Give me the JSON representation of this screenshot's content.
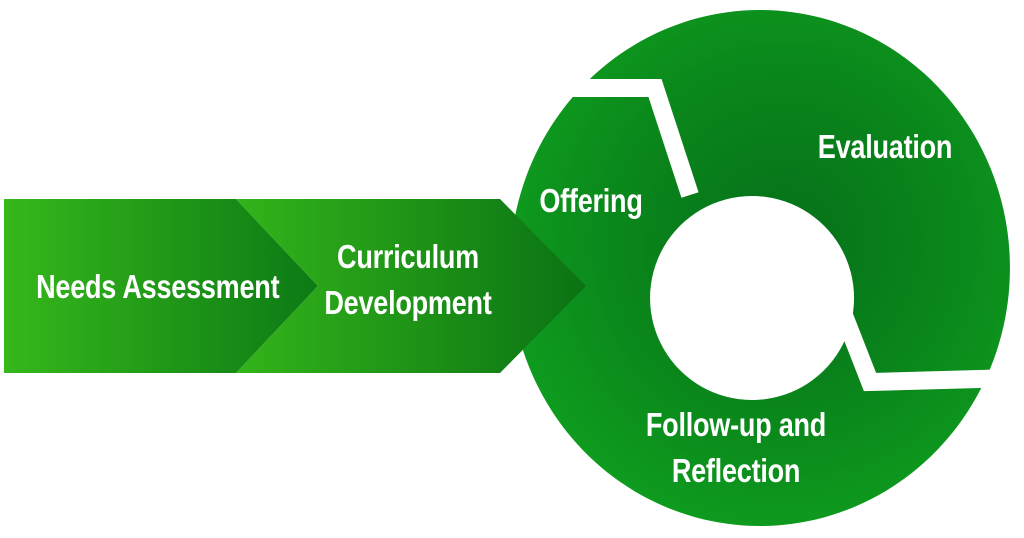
{
  "stages": {
    "needs_assessment": "Needs Assessment",
    "curriculum_line1": "Curriculum",
    "curriculum_line2": "Development",
    "offering": "Offering",
    "evaluation": "Evaluation",
    "followup_line1": "Follow-up and",
    "followup_line2": "Reflection"
  },
  "colors": {
    "green_light": "#34b51a",
    "green_dark": "#0b7a14",
    "cycle_green": "#0a8f1a",
    "background": "#ffffff"
  }
}
